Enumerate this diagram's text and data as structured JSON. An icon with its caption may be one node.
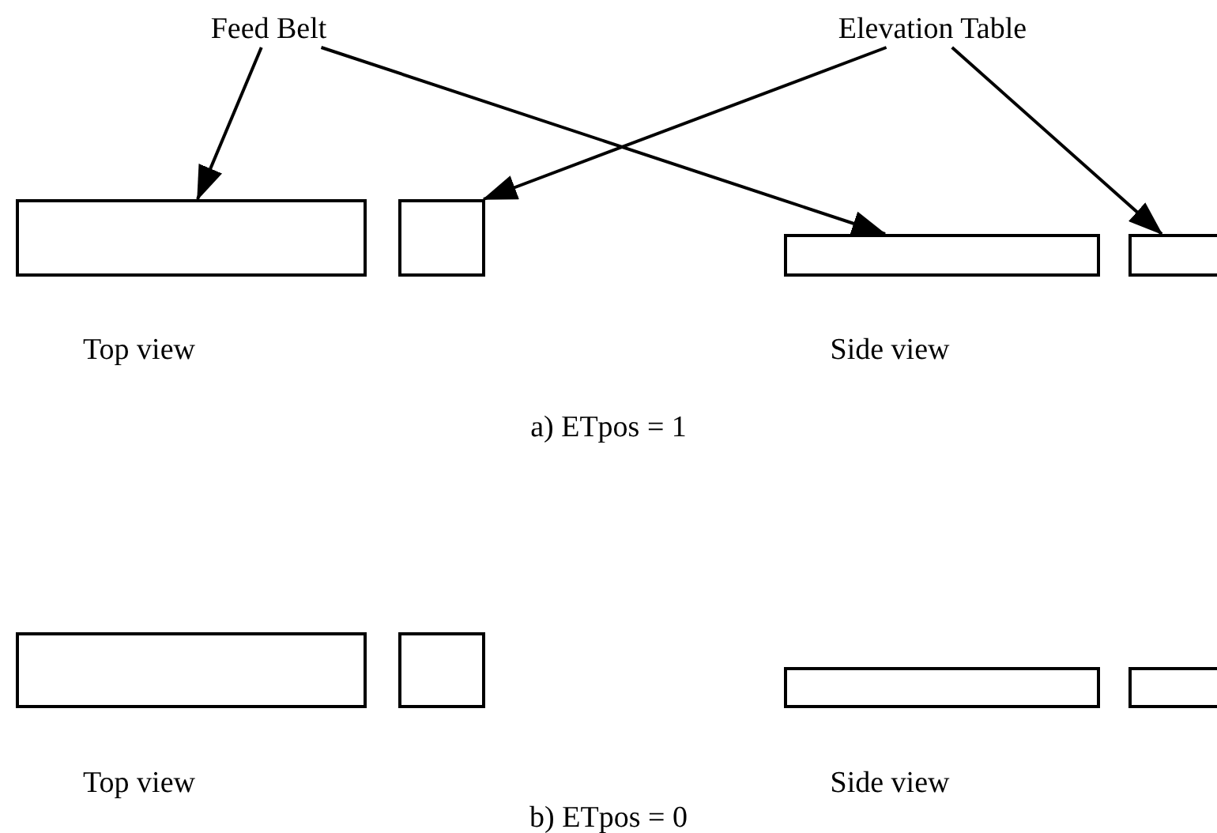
{
  "diagram": {
    "nodes": [
      {
        "text": [
          "Feed Belt"
        ]
      },
      {
        "text": [
          "Elevation Table"
        ]
      },
      {
        "text": [],
        "shape": "box"
      },
      {
        "text": [],
        "shape": "box"
      },
      {
        "text": [],
        "shape": "box"
      },
      {
        "text": [],
        "shape": "box"
      },
      {
        "text": [],
        "shape": "box"
      },
      {
        "text": [],
        "shape": "box"
      },
      {
        "text": [],
        "shape": "box"
      },
      {
        "text": [],
        "shape": "box"
      }
    ],
    "edges": [
      {
        "from": 0,
        "to": 2,
        "arrow": "to"
      },
      {
        "from": 0,
        "to": 4,
        "arrow": "to"
      },
      {
        "from": 1,
        "to": 3,
        "arrow": "to"
      },
      {
        "from": 1,
        "to": 5,
        "arrow": "to"
      }
    ],
    "labels": [
      "Top view",
      "Side view",
      "a) ETpos = 1",
      "Top view",
      "Side view",
      "b) ETpos = 0"
    ]
  }
}
